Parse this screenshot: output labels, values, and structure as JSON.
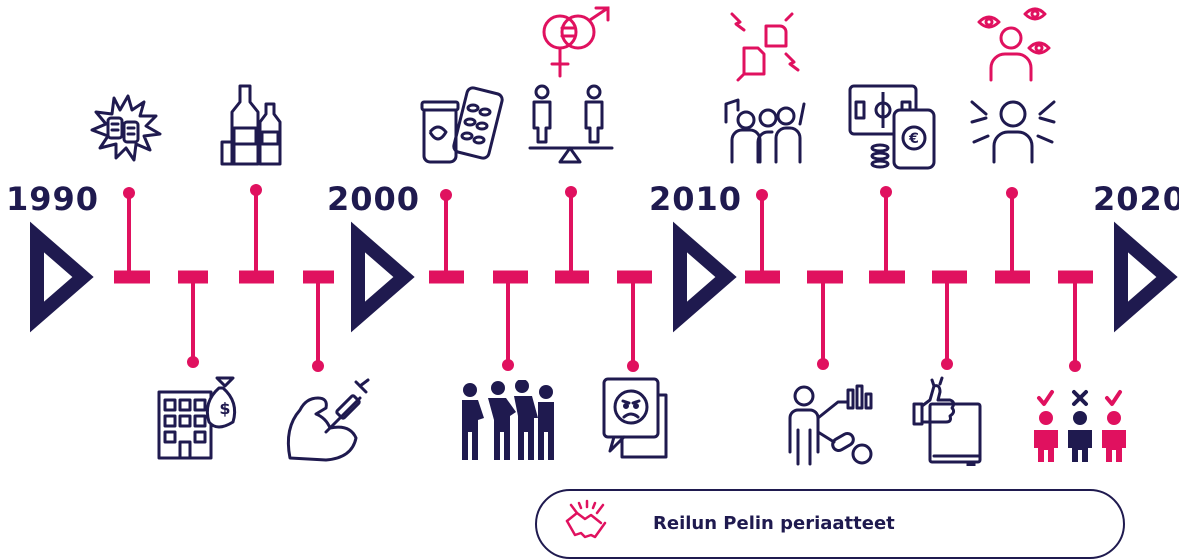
{
  "colors": {
    "navy": "#1f1a4f",
    "magenta": "#e0115f"
  },
  "years": [
    "1990",
    "2000",
    "2010",
    "2020"
  ],
  "icons": {
    "above": [
      "fist-bump-icon",
      "bottles-icon",
      "pills-icon",
      "gender-equality-icon",
      "hands-clash-icon",
      "sports-betting-icon",
      "harassment-icon"
    ],
    "below": [
      "money-building-icon",
      "doping-icon",
      "group-fight-icon",
      "angry-message-icon",
      "match-fixing-icon",
      "thumbs-up-rulebook-icon",
      "selection-people-icon"
    ]
  },
  "cta": {
    "label": "Reilun Pelin periaatteet",
    "icon": "handshake-icon"
  }
}
